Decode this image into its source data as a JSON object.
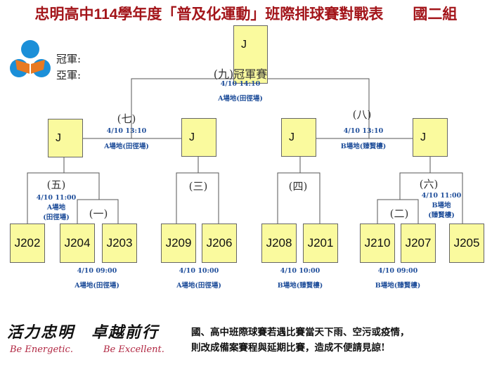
{
  "title": "忠明高中114學年度「普及化運動」班際排球賽對戰表　　國二組",
  "legend": {
    "champion": "冠軍:",
    "runner_up": "亞軍:"
  },
  "colors": {
    "title": "#a3151a",
    "box": "#fafa9e",
    "info": "#1f4e9a",
    "logo_blue": "#1b8fd8",
    "logo_orange": "#e87a22"
  },
  "final": {
    "team": "J",
    "label": "(九)冠軍賽",
    "time": "4/10 14:10",
    "venue": "A場地(田徑場)"
  },
  "semis": [
    {
      "team": "J",
      "label": "(七)",
      "time": "4/10 13:10",
      "venue": "A場地(田徑場)"
    },
    {
      "team": "J"
    },
    {
      "team": "J",
      "label": "(八)",
      "time": "4/10 13:10",
      "venue": "B場地(臻賢樓)"
    },
    {
      "team": "J"
    }
  ],
  "rounds": {
    "r5": {
      "label": "(五)",
      "time": "4/10 11:00",
      "venue1": "A場地",
      "venue2": "(田徑場)"
    },
    "r1": {
      "label": "(一)"
    },
    "r3": {
      "label": "(三)"
    },
    "r4": {
      "label": "(四)"
    },
    "r2": {
      "label": "(二)"
    },
    "r6": {
      "label": "(六)",
      "time": "4/10 11:00",
      "venue1": "B場地",
      "venue2": "(臻賢樓)"
    }
  },
  "teams": [
    "J202",
    "J204",
    "J203",
    "J209",
    "J206",
    "J208",
    "J201",
    "J210",
    "J207",
    "J205"
  ],
  "bottom_info": [
    {
      "time": "4/10 09:00",
      "venue": "A場地(田徑場)"
    },
    {
      "time": "4/10 10:00",
      "venue": "A場地(田徑場)"
    },
    {
      "time": "4/10 10:00",
      "venue": "B場地(臻賢樓)"
    },
    {
      "time": "4/10 09:00",
      "venue": "B場地(臻賢樓)"
    }
  ],
  "footer": {
    "motto": "活力忠明　卓越前行",
    "motto_en1": "Be Energetic.",
    "motto_en2": "Be Excellent.",
    "notice1": "國、高中班際球賽若遇比賽當天下雨、空污或疫情，",
    "notice2": "則改成備案賽程與延期比賽，造成不便請見諒!"
  }
}
